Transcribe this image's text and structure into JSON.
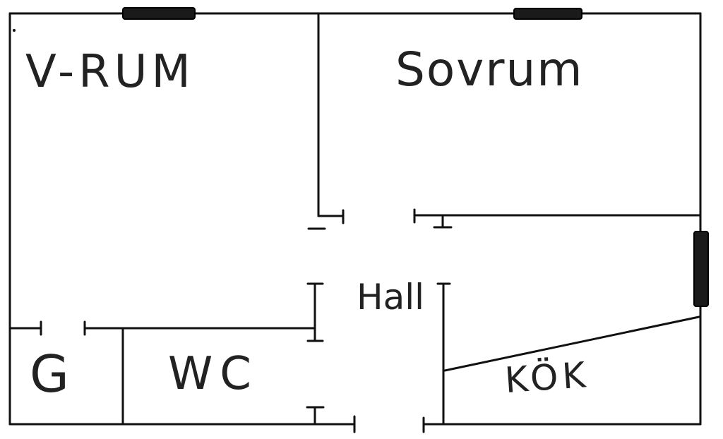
{
  "rooms": {
    "living_room": "V-RUM",
    "bedroom": "Sovrum",
    "hall": "Hall",
    "closet": "G",
    "toilet": "WC",
    "kitchen": "KÖK"
  }
}
